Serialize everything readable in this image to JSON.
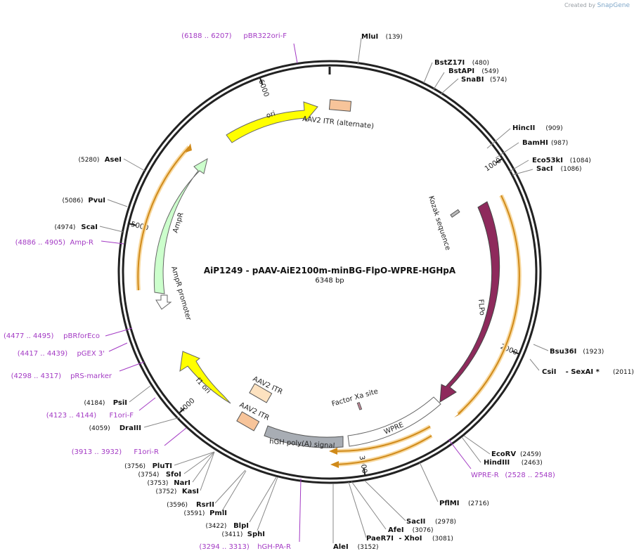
{
  "watermark": {
    "prefix": "Created by",
    "brand": "SnapGene"
  },
  "plasmid": {
    "name": "AiP1249 - pAAV-AiE2100m-minBG-FlpO-WPRE-HGHpA",
    "length_label": "6348 bp",
    "length": 6348
  },
  "ticks": [
    "1000",
    "2000",
    "3000",
    "4000",
    "5000",
    "6000"
  ],
  "enzymes": [
    {
      "name": "MluI",
      "pos": "(139)"
    },
    {
      "name": "BstZ17I",
      "pos": "(480)"
    },
    {
      "name": "BstAPI",
      "pos": "(549)"
    },
    {
      "name": "SnaBI",
      "pos": "(574)"
    },
    {
      "name": "HincII",
      "pos": "(909)"
    },
    {
      "name": "BamHI",
      "pos": "(987)"
    },
    {
      "name": "Eco53kI",
      "pos": "(1084)"
    },
    {
      "name": "SacI",
      "pos": "(1086)"
    },
    {
      "name": "Bsu36I",
      "pos": "(1923)"
    },
    {
      "name": "CsiI",
      "pos": "(2011)",
      "extra": "- SexAI *"
    },
    {
      "name": "EcoRV",
      "pos": "(2459)"
    },
    {
      "name": "HindIII",
      "pos": "(2463)"
    },
    {
      "name": "PflMI",
      "pos": "(2716)"
    },
    {
      "name": "SacII",
      "pos": "(2978)"
    },
    {
      "name": "AfeI",
      "pos": "(3076)"
    },
    {
      "name": "PaeR7I",
      "pos": "(3081)",
      "extra": "- XhoI"
    },
    {
      "name": "AleI",
      "pos": "(3152)"
    },
    {
      "name": "SphI",
      "pos": "(3411)"
    },
    {
      "name": "BlpI",
      "pos": "(3422)"
    },
    {
      "name": "PmlI",
      "pos": "(3591)"
    },
    {
      "name": "RsrII",
      "pos": "(3596)"
    },
    {
      "name": "KasI",
      "pos": "(3752)"
    },
    {
      "name": "NarI",
      "pos": "(3753)"
    },
    {
      "name": "SfoI",
      "pos": "(3754)"
    },
    {
      "name": "PluTI",
      "pos": "(3756)"
    },
    {
      "name": "DraIII",
      "pos": "(4059)"
    },
    {
      "name": "PsiI",
      "pos": "(4184)"
    },
    {
      "name": "ScaI",
      "pos": "(4974)"
    },
    {
      "name": "PvuI",
      "pos": "(5086)"
    },
    {
      "name": "AseI",
      "pos": "(5280)"
    }
  ],
  "primers": [
    {
      "range": "(6188 .. 6207)",
      "name": "pBR322ori-F"
    },
    {
      "range": "(2528 .. 2548)",
      "name": "WPRE-R"
    },
    {
      "range": "(3294 .. 3313)",
      "name": "hGH-PA-R"
    },
    {
      "range": "(3913 .. 3932)",
      "name": "F1ori-R"
    },
    {
      "range": "(4123 .. 4144)",
      "name": "F1ori-F"
    },
    {
      "range": "(4298 .. 4317)",
      "name": "pRS-marker"
    },
    {
      "range": "(4417 .. 4439)",
      "name": "pGEX 3'"
    },
    {
      "range": "(4477 .. 4495)",
      "name": "pBRforEco"
    },
    {
      "range": "(4886 .. 4905)",
      "name": "Amp-R"
    }
  ],
  "features": [
    {
      "name": "ori",
      "color": "#ffff00"
    },
    {
      "name": "AAV2 ITR (alternate)",
      "color": "#f7c49a"
    },
    {
      "name": "Kozak sequence",
      "color": "#bbbbbb"
    },
    {
      "name": "FLPo",
      "color": "#8e2a5c"
    },
    {
      "name": "WPRE",
      "color": "#ffffff"
    },
    {
      "name": "Factor Xa site",
      "color": "#c58a9a"
    },
    {
      "name": "hGH poly(A) signal",
      "color": "#a8adb4"
    },
    {
      "name": "AAV2 ITR",
      "color": "#f7c49a"
    },
    {
      "name": "AAV2 ITR",
      "color": "#fde2c0"
    },
    {
      "name": "f1 ori",
      "color": "#ffff00"
    },
    {
      "name": "AmpR promoter",
      "color": "#ffffff"
    },
    {
      "name": "AmpR",
      "color": "#ccffcc"
    }
  ],
  "colors": {
    "primer": "#a33ac4",
    "orf": "#d08a1a",
    "orf_glow": "#f8d9a0"
  }
}
